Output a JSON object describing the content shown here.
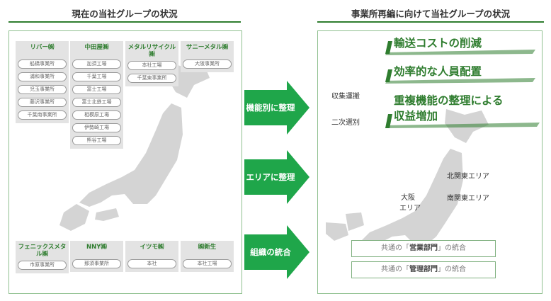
{
  "left_panel": {
    "title": "現在の当社グループの状況",
    "companies_top": [
      {
        "name": "リバー㈱",
        "sites": [
          "船橋事業所",
          "浦和事業所",
          "児玉事業所",
          "藤沢事業所",
          "千葉南事業所"
        ]
      },
      {
        "name": "中田屋㈱",
        "sites": [
          "加須工場",
          "千葉工場",
          "富士工場",
          "富士北鉄工場",
          "相模原工場",
          "伊勢崎工場",
          "熊谷工場"
        ]
      },
      {
        "name": "メタルリサイクル㈱",
        "sites": [
          "本社工場",
          "千葉東事業所"
        ]
      },
      {
        "name": "サニーメタル㈱",
        "sites": [
          "大阪事業所"
        ]
      }
    ],
    "companies_bottom": [
      {
        "name": "フェニックスメタル㈱",
        "sites": [
          "市原事業所"
        ]
      },
      {
        "name": "NNY㈱",
        "sites": [
          "那須事業所"
        ]
      },
      {
        "name": "イツモ㈱",
        "sites": [
          "本社"
        ]
      },
      {
        "name": "㈱新生",
        "sites": [
          "本社工場"
        ]
      }
    ]
  },
  "arrows": [
    "機能別に整理",
    "エリアに整理",
    "組織の統合"
  ],
  "right_panel": {
    "title": "事業所再編に向けて当社グループの状況",
    "banners": [
      {
        "text": "輸送コストの削減"
      },
      {
        "text": "効率的な人員配置"
      },
      {
        "line1": "重複機能の整理による",
        "line2": "収益増加"
      }
    ],
    "functions": [
      "収集運搬",
      "二次選別"
    ],
    "areas": {
      "north_kanto": "北関東エリア",
      "south_kanto": "南関東エリア",
      "osaka_line1": "大阪",
      "osaka_line2": "エリア"
    },
    "integrations": [
      {
        "prefix": "共通の「",
        "dept": "営業部門",
        "suffix": "」の統合"
      },
      {
        "prefix": "共通の「",
        "dept": "管理部門",
        "suffix": "」の統合"
      }
    ]
  },
  "colors": {
    "accent_green": "#2f7d2f",
    "arrow_green": "#1fa64a",
    "map_gray": "#d4d4d4",
    "card_gray": "#e3e3e3"
  }
}
